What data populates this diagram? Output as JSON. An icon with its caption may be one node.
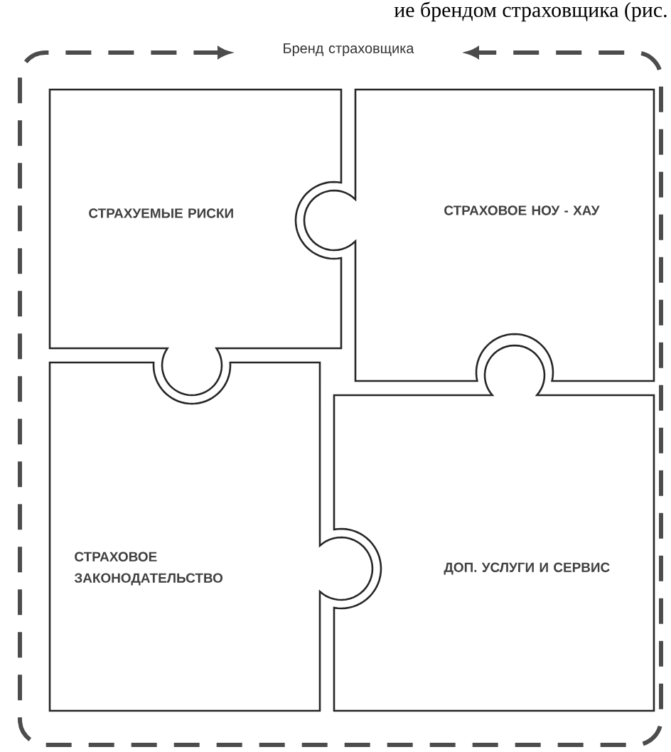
{
  "diagram": {
    "nodes": [
      {
        "text": [
          "Бренд страховщика"
        ]
      },
      {
        "text": [
          "СТРАХУЕМЫЕ РИСКИ"
        ],
        "in": 0
      },
      {
        "text": [
          "СТРАХОВОЕ НОУ - ХАУ"
        ],
        "in": 0
      },
      {
        "text": [
          "СТРАХОВОЕ ЗАКОНОДАТЕЛЬСТВО"
        ],
        "in": 0
      },
      {
        "text": [
          "ДОП. УСЛУГИ И СЕРВИС"
        ],
        "in": 0
      }
    ],
    "labels": [
      "ие брендом страховщика (рис."
    ]
  }
}
